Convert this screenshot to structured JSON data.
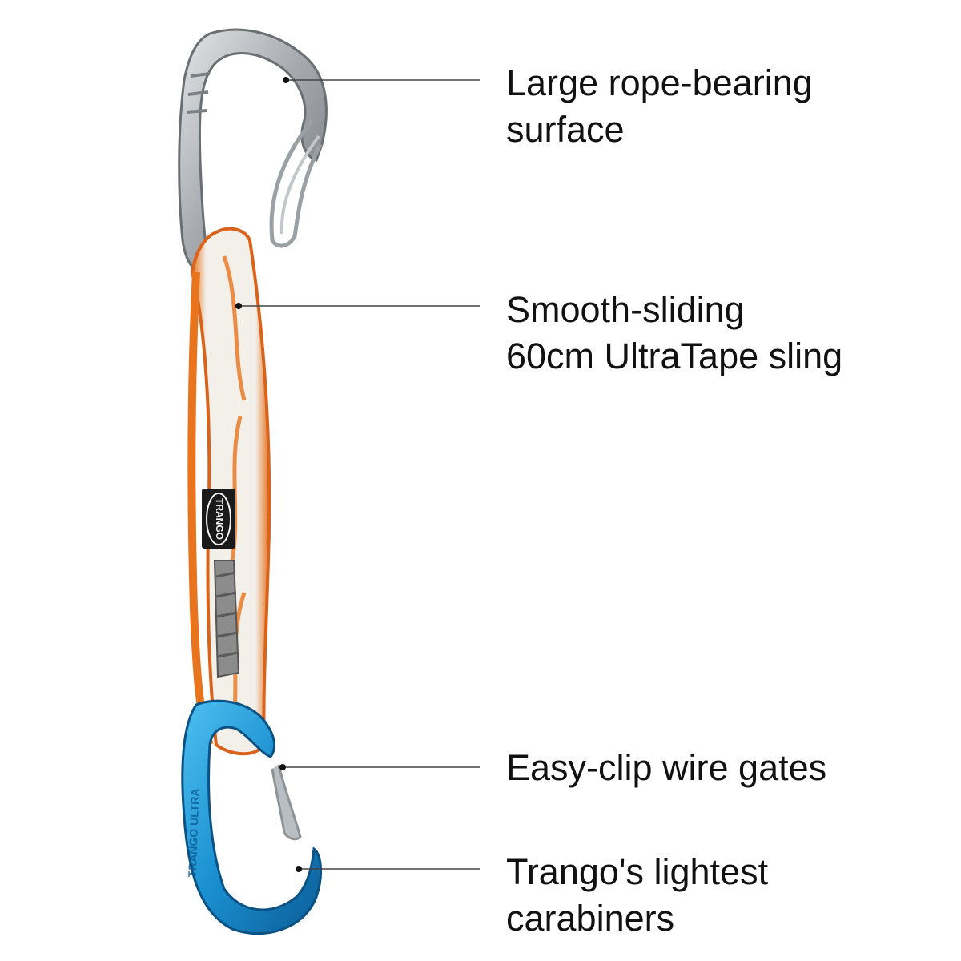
{
  "callouts": [
    {
      "lines": [
        "Large rope-bearing",
        "surface"
      ]
    },
    {
      "lines": [
        "Smooth-sliding",
        "60cm UltraTape sling"
      ]
    },
    {
      "lines": [
        "Easy-clip wire gates"
      ]
    },
    {
      "lines": [
        "Trango's lightest",
        "carabiners"
      ]
    }
  ],
  "product": {
    "brand_tag": "TRANGO",
    "bottom_carabiner_print": "TRANGO ULTRA",
    "colors": {
      "top_carabiner": "#a9adb1",
      "bottom_carabiner": "#1a8fd0",
      "sling_edge": "#e8741e",
      "sling_center": "#f3efe9",
      "tag": "#1a1a1a",
      "leader_line": "#444444"
    }
  }
}
